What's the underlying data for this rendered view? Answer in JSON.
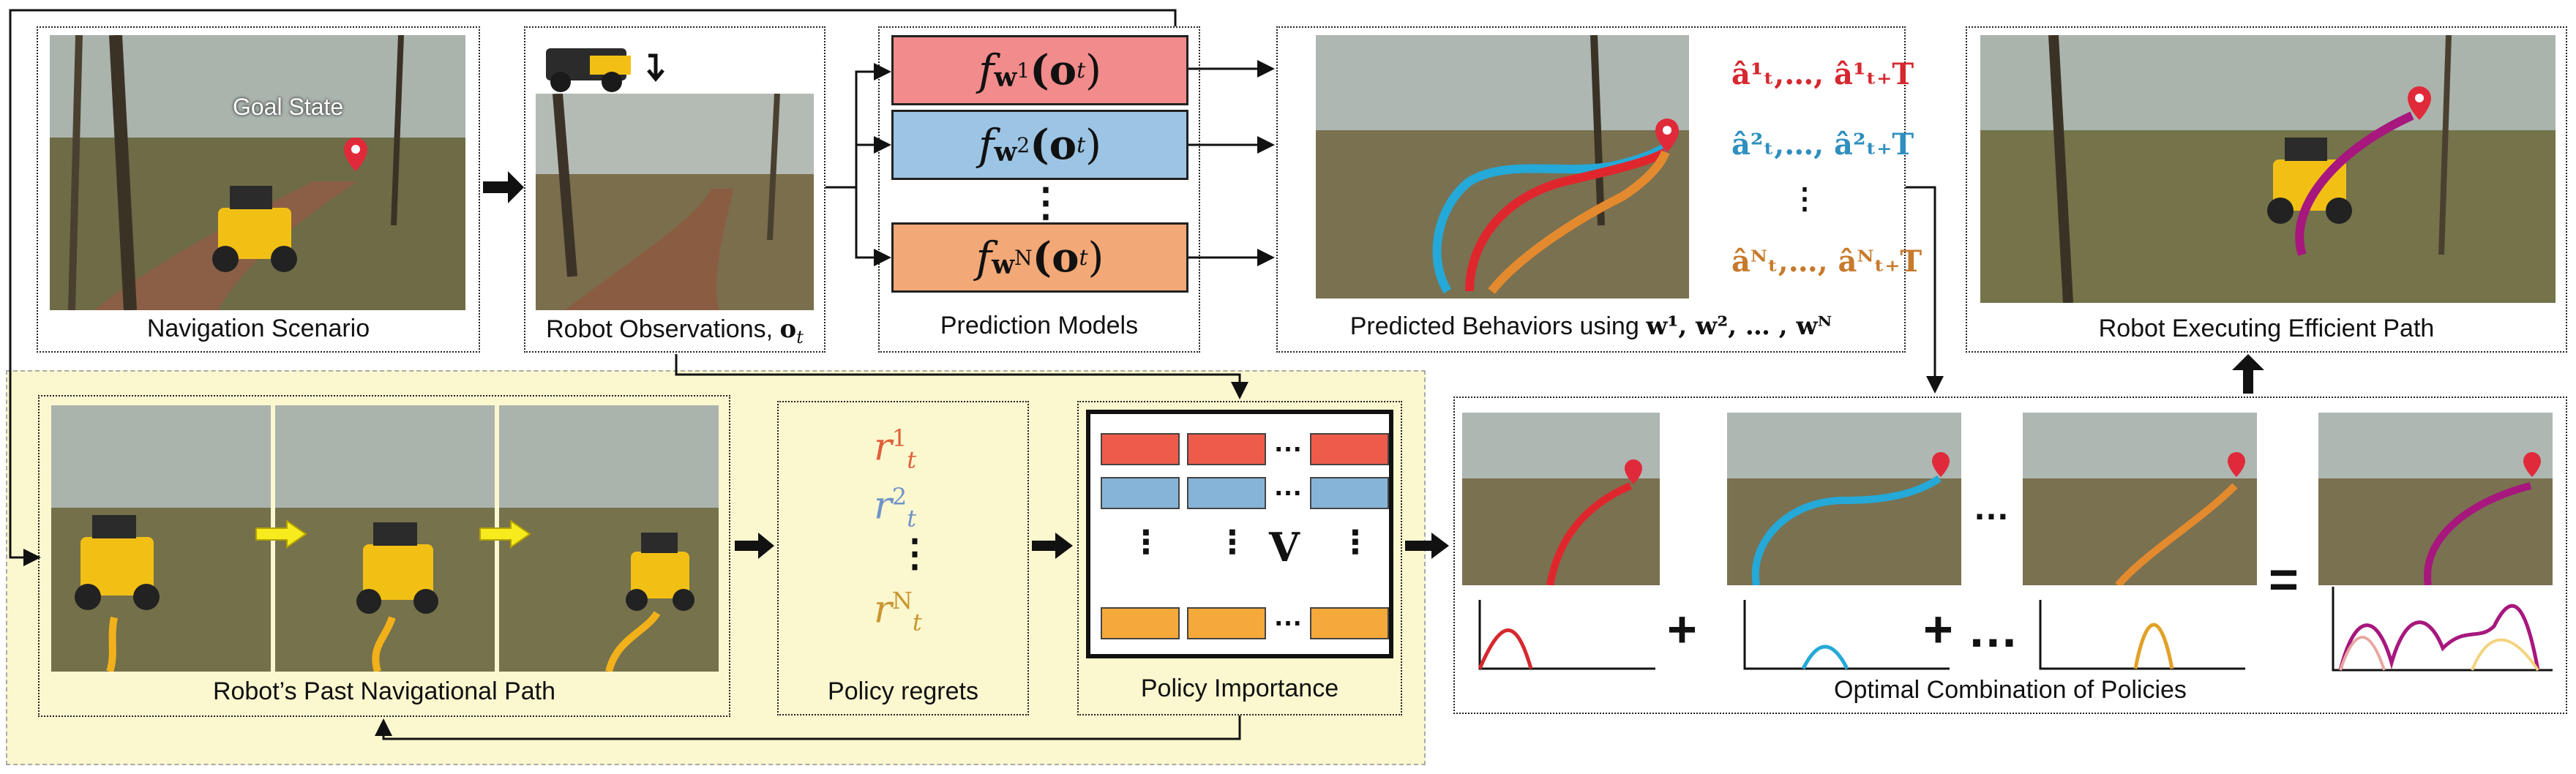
{
  "top_row": {
    "navigation_scenario": {
      "caption": "Navigation Scenario",
      "goal_label": "Goal State"
    },
    "robot_observations": {
      "caption": "Robot Observations,",
      "symbol": "o",
      "subscript": "t"
    },
    "prediction_models": {
      "caption": "Prediction Models",
      "models": [
        {
          "label": "f",
          "superscript": "1",
          "arg": "(o",
          "sub": "t",
          "close": ")",
          "color": "#f28b8b"
        },
        {
          "label": "f",
          "superscript": "2",
          "arg": "(o",
          "sub": "t",
          "close": ")",
          "color": "#9cc4e4"
        },
        {
          "label": "f",
          "superscript": "N",
          "arg": "(o",
          "sub": "t",
          "close": ")",
          "color": "#f2a877"
        }
      ],
      "ellipsis": "⋮"
    },
    "predicted_behaviors": {
      "caption": "Predicted Behaviors using",
      "weights": "w¹, w², … , wᴺ",
      "series": [
        {
          "text": "â¹ₜ,…, â¹ₜ₊T",
          "color": "#d6282f"
        },
        {
          "text": "â²ₜ,…, â²ₜ₊T",
          "color": "#2f8fbf"
        },
        {
          "text": "âᴺₜ,…, âᴺₜ₊T",
          "color": "#c77a2c"
        }
      ],
      "ellipsis": "⋮"
    },
    "robot_executing": {
      "caption": "Robot Executing Efficient Path"
    }
  },
  "bottom_row": {
    "past_path": {
      "caption": "Robot’s Past Navigational Path"
    },
    "policy_regrets": {
      "caption": "Policy regrets",
      "items": [
        {
          "text": "r",
          "sup": "1",
          "sub": "t",
          "color": "#e0603a"
        },
        {
          "text": "r",
          "sup": "2",
          "sub": "t",
          "color": "#6f93c8"
        },
        {
          "text": "r",
          "sup": "N",
          "sub": "t",
          "color": "#c8962e"
        }
      ],
      "ellipsis": "⋮"
    },
    "policy_importance": {
      "caption": "Policy Importance",
      "matrix_label": "V",
      "dots": "…",
      "vdots": "⋮",
      "row_colors": [
        "#ef5b4b",
        "#86b4d8",
        "#f4a93a"
      ]
    },
    "optimal_combination": {
      "caption": "Optimal Combination of Policies",
      "plus": "+",
      "plus_dots": "+ …",
      "dots": "…",
      "equals": "=",
      "curve_colors": [
        "#d6282f",
        "#24a9d8",
        "#e1a127",
        "#a7177e"
      ]
    }
  }
}
